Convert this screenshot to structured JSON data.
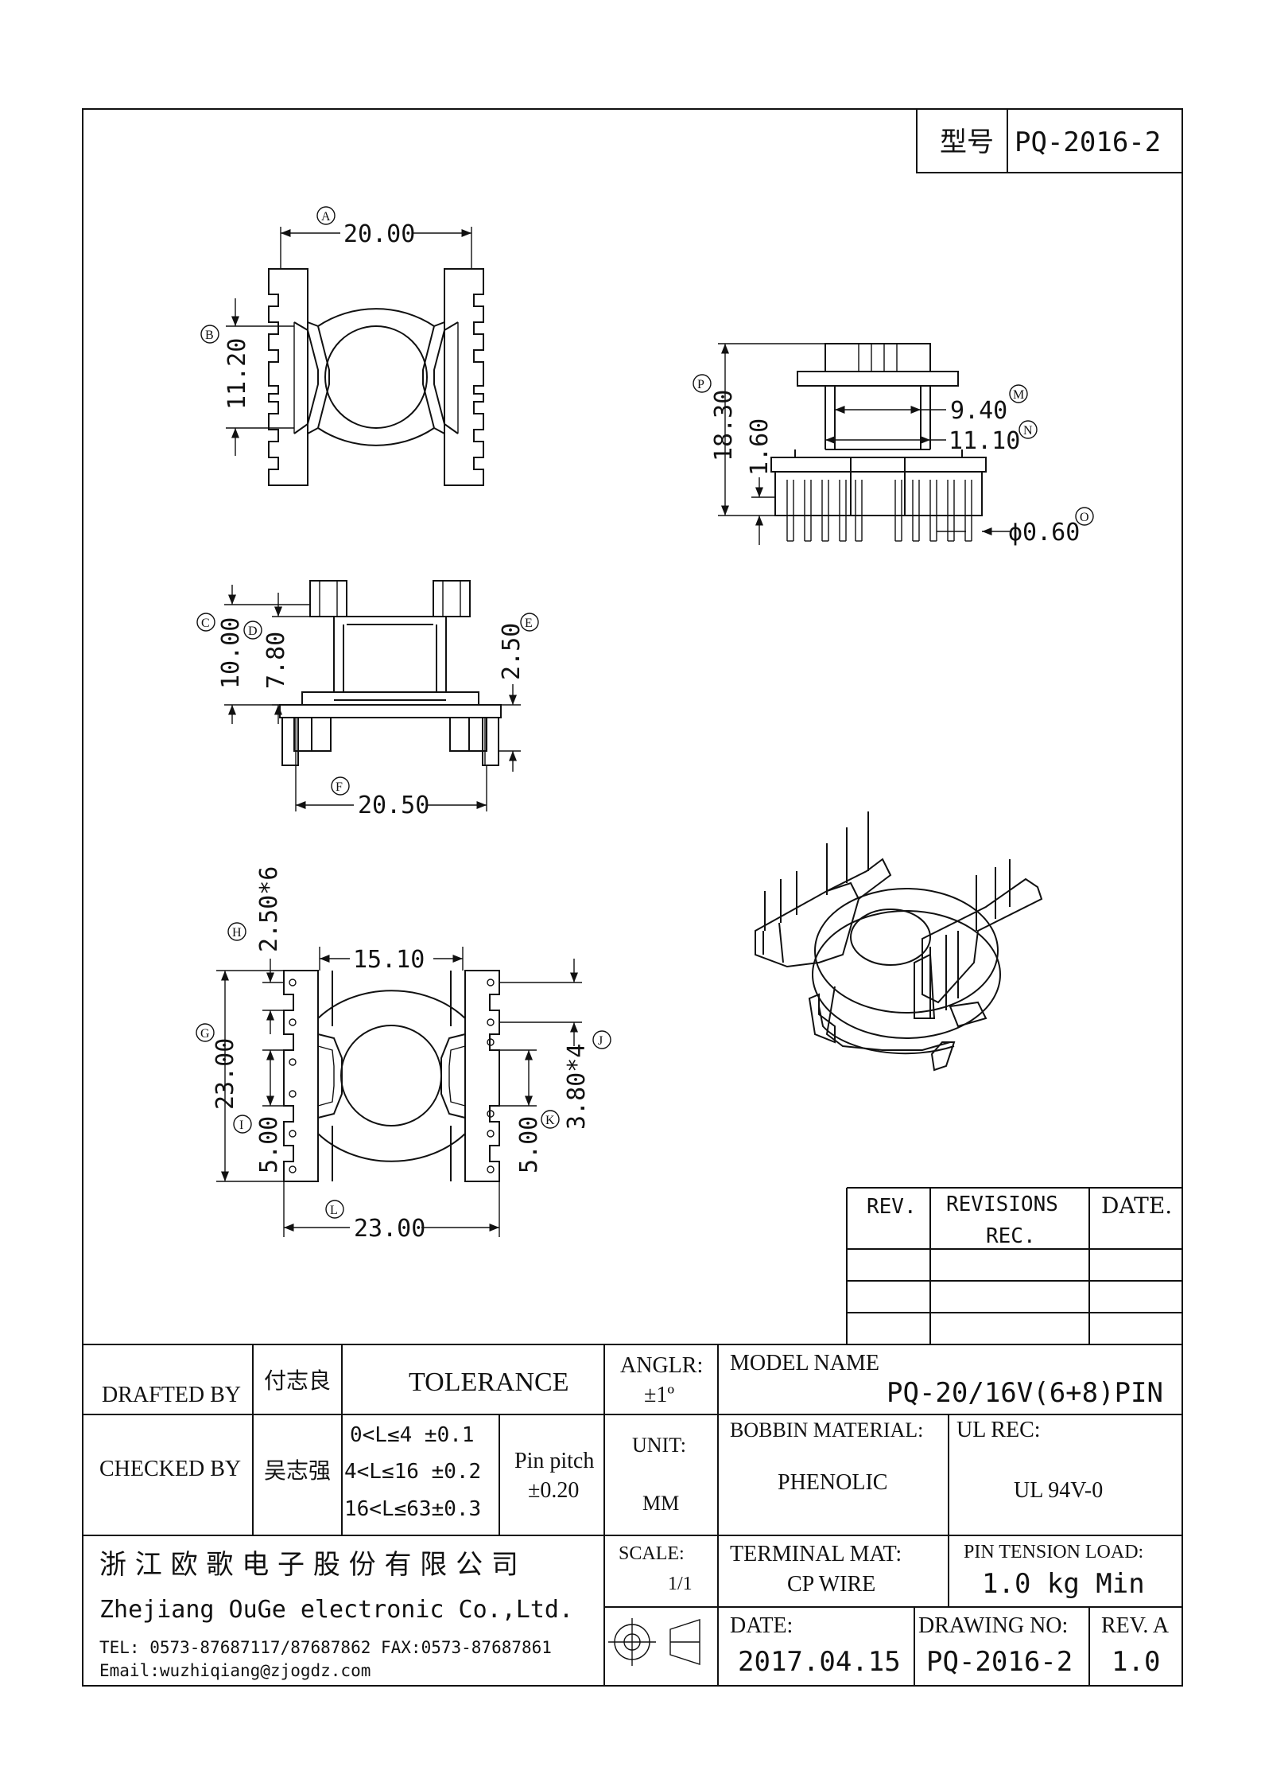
{
  "title_block_top": {
    "model_label": "型号",
    "model_value": "PQ-2016-2"
  },
  "dimensions": {
    "A": {
      "circle": "A",
      "value": "20.00"
    },
    "B": {
      "circle": "B",
      "value": "11.20"
    },
    "C": {
      "circle": "C",
      "value": "10.00"
    },
    "D": {
      "circle": "D",
      "value": "7.80"
    },
    "E": {
      "circle": "E",
      "value": "2.50"
    },
    "F": {
      "circle": "F",
      "value": "20.50"
    },
    "G": {
      "circle": "G",
      "value": "23.00"
    },
    "H": {
      "circle": "H",
      "value": "2.50*6"
    },
    "I": {
      "circle": "I",
      "value": "5.00"
    },
    "J": {
      "circle": "J",
      "value": "3.80*4"
    },
    "K": {
      "circle": "K",
      "value": "5.00"
    },
    "L": {
      "circle": "L",
      "value": "23.00"
    },
    "M": {
      "circle": "M",
      "value": "9.40"
    },
    "N": {
      "circle": "N",
      "value": "11.10"
    },
    "O": {
      "circle": "O",
      "value": "ϕ0.60"
    },
    "P": {
      "circle": "P",
      "value": "18.30"
    },
    "P2": {
      "value": "1.60"
    },
    "T": {
      "value": "15.10"
    }
  },
  "revision_table": {
    "headers": [
      "REV.",
      "REVISIONS",
      "REC.",
      "DATE."
    ],
    "rows": [
      [
        "",
        "",
        ""
      ],
      [
        "",
        "",
        ""
      ],
      [
        "",
        "",
        ""
      ]
    ]
  },
  "title_block": {
    "drafted_by_label": "DRAFTED BY",
    "drafted_by_name": "付志良",
    "tolerance_label": "TOLERANCE",
    "angle_label": "ANGLR:",
    "angle_value": "±1º",
    "model_name_label": "MODEL NAME",
    "model_name_value": "PQ-20/16V(6+8)PIN",
    "checked_by_label": "CHECKED BY",
    "checked_by_name": "吴志强",
    "tol_rows": [
      "0<L≤4  ±0.1",
      "4<L≤16  ±0.2",
      "16<L≤63±0.3"
    ],
    "pin_pitch_label": "Pin pitch",
    "pin_pitch_value": "±0.20",
    "unit_label": "UNIT:",
    "unit_value": "MM",
    "bobbin_material_label": "BOBBIN MATERIAL:",
    "bobbin_material_value": "PHENOLIC",
    "ul_rec_label": "UL REC:",
    "ul_rec_value": "UL 94V-0",
    "company_cn": "浙 江 欧 歌 电 子 股 份 有 限 公 司",
    "company_en": "Zhejiang OuGe electronic Co.,Ltd.",
    "tel": "TEL: 0573-87687117/87687862  FAX:0573-87687861",
    "email": "Email:wuzhiqiang@zjogdz.com",
    "scale_label": "SCALE:",
    "scale_value": "1/1",
    "terminal_mat_label": "TERMINAL MAT:",
    "terminal_mat_value": "CP  WIRE",
    "pin_tension_label": "PIN  TENSION  LOAD:",
    "pin_tension_value": "1.0 kg Min",
    "date_label": "DATE:",
    "date_value": "2017.04.15",
    "drawing_no_label": "DRAWING NO:",
    "drawing_no_value": "PQ-2016-2",
    "rev_label": "REV. A",
    "rev_value": "1.0"
  }
}
